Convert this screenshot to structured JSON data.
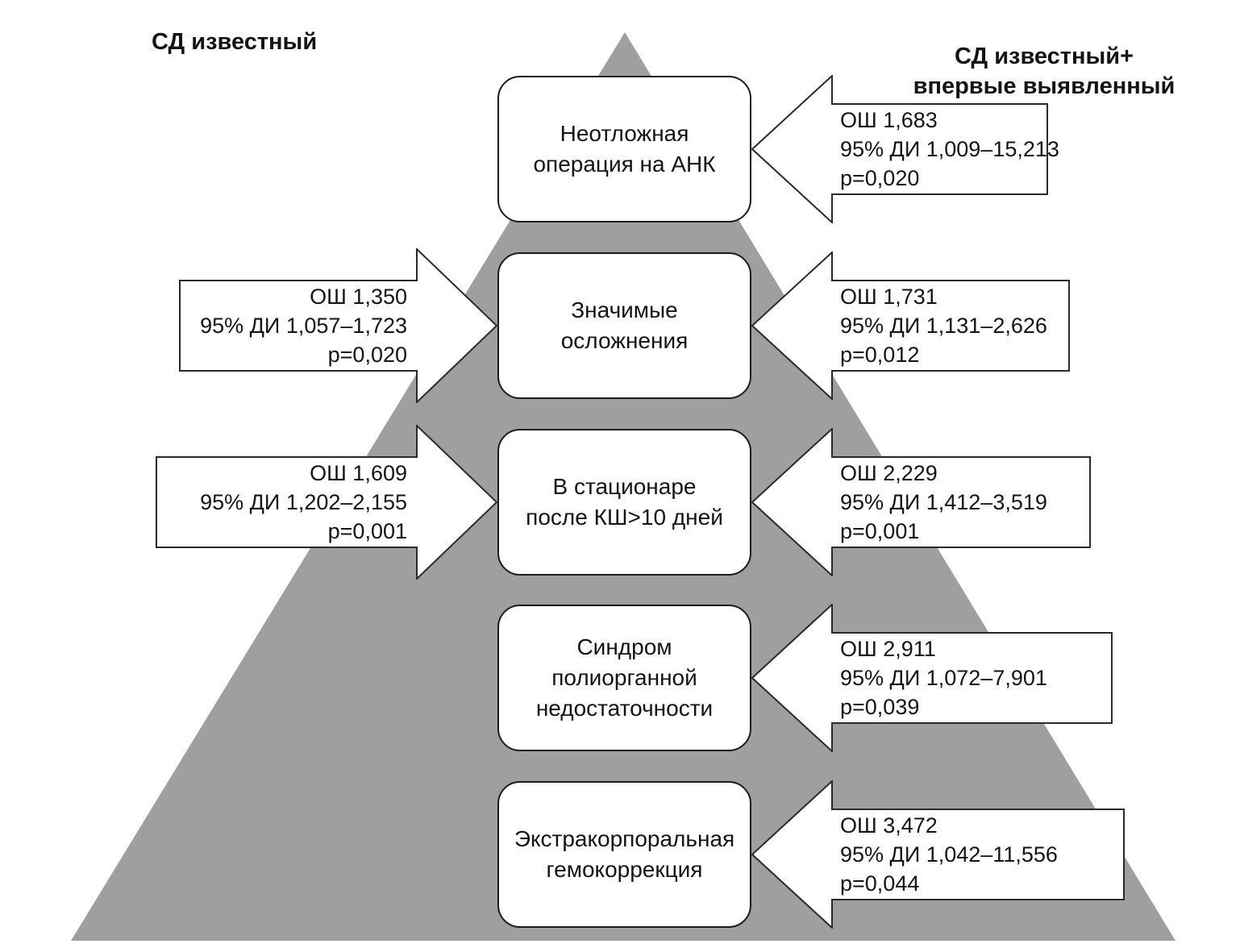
{
  "titles": {
    "left": "СД известный",
    "right_lines": [
      "СД известный+",
      "впервые выявленный"
    ]
  },
  "colors": {
    "pyramid_fill": "#9f9f9f",
    "shape_fill": "#ffffff",
    "outline": "#2b2b2b"
  },
  "rows": [
    {
      "box_lines": [
        "Неотложная",
        "операция на АНК"
      ],
      "right_lines": [
        "ОШ 1,683",
        "95% ДИ 1,009–15,213",
        "р=0,020"
      ]
    },
    {
      "box_lines": [
        "Значимые",
        "осложнения"
      ],
      "left_lines": [
        "ОШ 1,350",
        "95% ДИ 1,057–1,723",
        "р=0,020"
      ],
      "right_lines": [
        "ОШ 1,731",
        "95% ДИ 1,131–2,626",
        "р=0,012"
      ]
    },
    {
      "box_lines": [
        "В стационаре",
        "после КШ>10 дней"
      ],
      "left_lines": [
        "ОШ 1,609",
        "95% ДИ 1,202–2,155",
        "р=0,001"
      ],
      "right_lines": [
        "ОШ 2,229",
        "95% ДИ 1,412–3,519",
        "р=0,001"
      ]
    },
    {
      "box_lines": [
        "Синдром",
        "полиорганной",
        "недостаточности"
      ],
      "right_lines": [
        "ОШ 2,911",
        "95% ДИ 1,072–7,901",
        "р=0,039"
      ]
    },
    {
      "box_lines": [
        "Экстракорпоральная",
        "гемокоррекция"
      ],
      "right_lines": [
        "ОШ 3,472",
        "95% ДИ 1,042–11,556",
        "р=0,044"
      ]
    }
  ]
}
